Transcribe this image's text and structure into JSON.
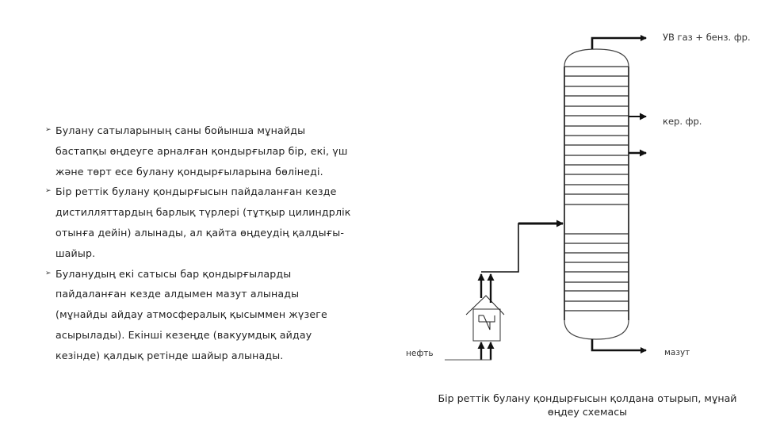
{
  "bullets": [
    {
      "marker": "➢",
      "text": "Булану сатыларының саны бойынша мұнайды\nбастапқы өңдеуге арналған қондырғылар бір, екі, үш\nжәне төрт есе булану қондырғыларына бөлінеді."
    },
    {
      "marker": "➢",
      "text": "Бір реттік булану қондырғысын пайдаланған кезде\nдистилляттардың барлық түрлері (тұтқыр цилиндрлік\nотынға дейін) алынады, ал қайта өңдеудің қалдығы-\nшайыр."
    },
    {
      "marker": "➢",
      "text": "Буланудың екі сатысы бар қондырғыларды\nпайдаланған кезде алдымен мазут алынады\n(мұнайды айдау атмосфералық қысыммен жүзеге\nасырылады). Екінші кезеңде (вакуумдық айдау\nкезінде) қалдық ретінде шайыр алынады."
    }
  ],
  "diagram": {
    "labels": {
      "top_outlet": "УВ газ + бенз. фр.",
      "side_outlet": "кер. фр.",
      "bottom_outlet": "мазут",
      "feed": "нефть"
    },
    "colors": {
      "line": "#111111",
      "column_outline": "#444444",
      "tray": "#2a2a2a"
    }
  },
  "caption": {
    "line1": "Бір реттік булану қондырғысын қолдана отырып, мұнай",
    "line2": "өңдеу схемасы"
  }
}
